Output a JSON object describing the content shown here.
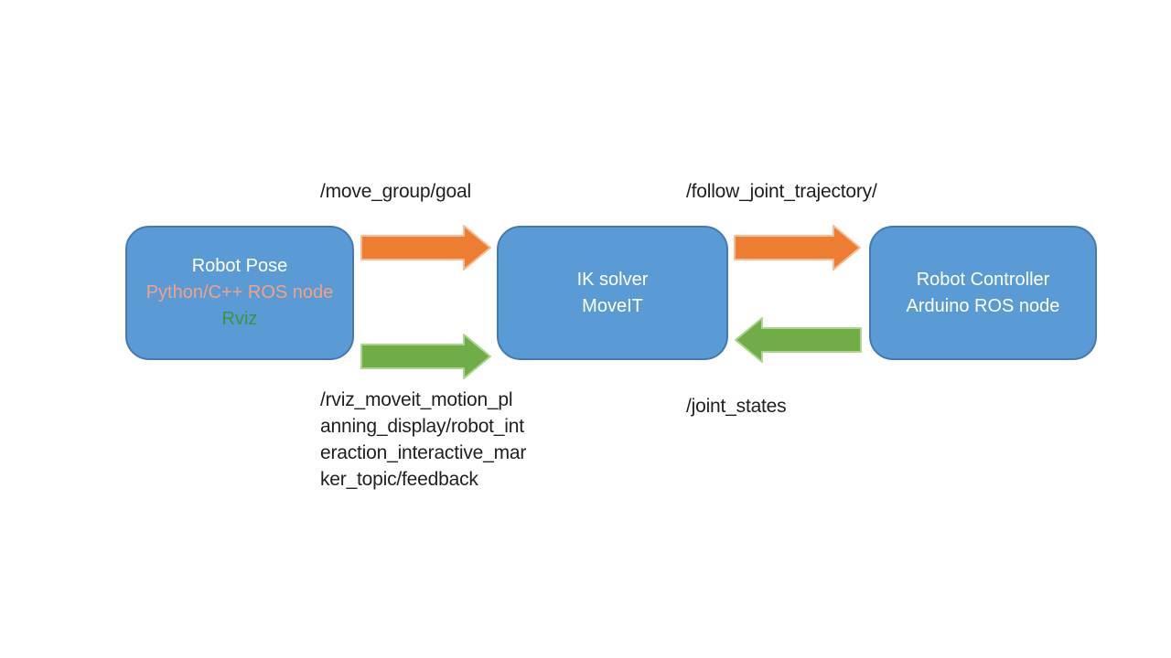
{
  "colors": {
    "canvas_background": "#ffffff",
    "node_fill": "#5B9BD5",
    "node_border": "#4679B2",
    "node_text_primary": "#FFFFFF",
    "node_text_ros_node": "#F2A185",
    "node_text_rviz": "#3F9142",
    "arrow_orange_fill": "#ED7D31",
    "arrow_orange_edge": "#F4BE9B",
    "arrow_green_fill": "#70AD47",
    "arrow_green_edge": "#AFD494",
    "label_text": "#1f1f1f"
  },
  "nodes": {
    "robot_pose": {
      "lines": [
        "Robot Pose",
        "Python/C++ ROS node",
        "Rviz"
      ]
    },
    "ik_solver": {
      "lines": [
        "IK solver",
        "MoveIT"
      ]
    },
    "robot_controller": {
      "lines": [
        "Robot Controller",
        "Arduino ROS node"
      ]
    }
  },
  "labels": {
    "move_group_goal": "/move_group/goal",
    "follow_joint_trajectory": "/follow_joint_trajectory/",
    "rviz_feedback_lines": [
      "/rviz_moveit_motion_pl",
      "anning_display/robot_int",
      "eraction_interactive_mar",
      "ker_topic/feedback"
    ],
    "joint_states": "/joint_states"
  },
  "connections": [
    {
      "topic": "/move_group/goal",
      "from": "Robot Pose",
      "to": "IK solver",
      "color": "orange"
    },
    {
      "topic": "/follow_joint_trajectory/",
      "from": "IK solver",
      "to": "Robot Controller",
      "color": "orange"
    },
    {
      "topic": "/rviz_moveit_motion_planning_display/robot_interaction_interactive_marker_topic/feedback",
      "from": "Robot Pose",
      "to": "IK solver",
      "color": "green"
    },
    {
      "topic": "/joint_states",
      "from": "Robot Controller",
      "to": "IK solver",
      "color": "green"
    }
  ]
}
